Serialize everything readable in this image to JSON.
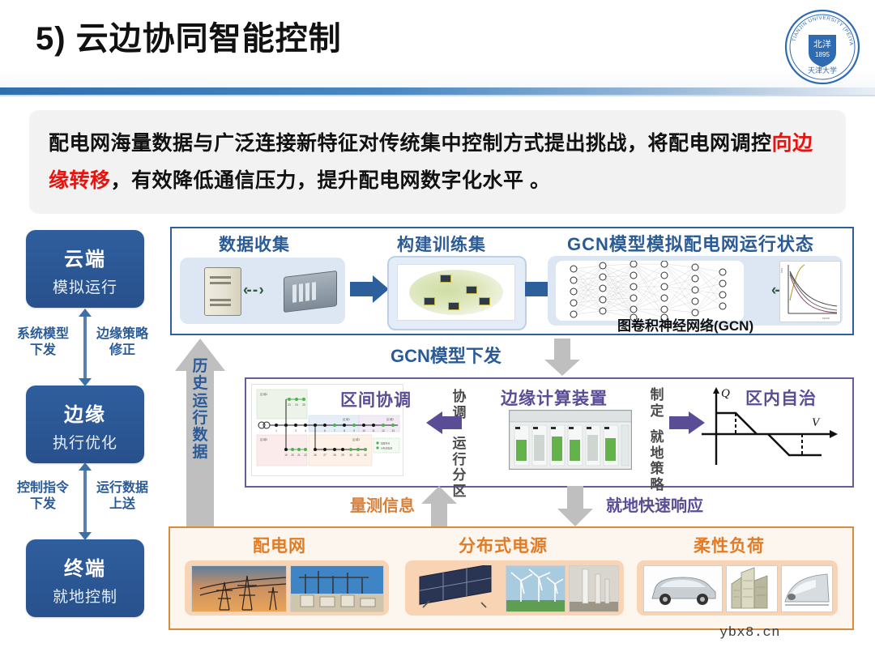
{
  "header": {
    "title": "5) 云边协同智能控制",
    "logo": {
      "name": "tianjin-university-seal",
      "outer_text_top": "TIANJIN UNIVERSITY (PEIYANG UNIVERSITY)",
      "year": "1895",
      "chinese": "天津大学",
      "color": "#2f6bb0"
    }
  },
  "lead": {
    "part1": "配电网海量数据与广泛连接新特征对传统集中控制方式提出挑战，将配电",
    "part2": "网调控",
    "highlight": "向边缘转移",
    "part3": "，有效降低通信压力，提升配电网数字化水平 。",
    "highlight_color": "#e8130e",
    "background": "#f2f2f2"
  },
  "left_column": {
    "stages": [
      {
        "title": "云端",
        "subtitle": "模拟运行"
      },
      {
        "title": "边缘",
        "subtitle": "执行优化"
      },
      {
        "title": "终端",
        "subtitle": "就地控制"
      }
    ],
    "connector_labels": [
      "系统模型\n下发",
      "边缘策略\n修正",
      "控制指令\n下发",
      "运行数据\n上送"
    ],
    "stage_color": "#2f5e9e"
  },
  "history_arrow": {
    "label_chars": [
      "历",
      "史",
      "运",
      "行",
      "数",
      "据"
    ],
    "label": "历史运行数据",
    "color": "#bfbfbf",
    "text_color": "#2a5b96"
  },
  "cloud_panel": {
    "border_color": "#2f5e9e",
    "captions": {
      "collect": "数据收集",
      "train": "构建训练集",
      "gcn": "GCN模型模拟配电网运行状态",
      "gcn_name": "图卷积神经网络(GCN)"
    },
    "icons": {
      "server_tower": "server-tower-icon",
      "server_rack": "server-rack-icon",
      "dashed_link": "‹- - ›"
    },
    "loss_plot": {
      "title": "loss vs epoch",
      "ylabel": "loss",
      "xlabel": "epoch",
      "curves": [
        "very high learning rate",
        "low learning rate",
        "high learning rate",
        "good learning rate"
      ]
    },
    "caption_color": "#2a5b96"
  },
  "deploy": {
    "label": "GCN模型下发",
    "color": "#2a5b96",
    "arrow_color": "#bfbfbf"
  },
  "edge_panel": {
    "border_color": "#6a5b9c",
    "captions": {
      "inter_zone": "区间协调",
      "device": "边缘计算装置",
      "intra_zone": "区内自治"
    },
    "arrow_labels": {
      "left_top": "协调",
      "left_bottom": "运行\n分区",
      "right_top": "制定",
      "right_bottom": "就地\n策略"
    },
    "topology": {
      "zones": [
        "区域4",
        "区域1",
        "区域2",
        "区域3"
      ],
      "node_numbers": [
        1,
        2,
        3,
        4,
        5,
        6,
        7,
        8,
        9,
        10,
        11,
        12,
        13,
        14,
        15,
        16,
        17,
        18,
        19,
        20,
        21,
        22,
        23,
        24,
        25,
        26,
        27,
        28,
        29,
        30,
        31,
        32,
        33
      ],
      "legend": [
        "常规节点",
        "分布式电源节点"
      ]
    },
    "qv_plot": {
      "yaxis": "Q",
      "xaxis": "V",
      "type": "droop-curve"
    },
    "caption_color": "#5b4c96"
  },
  "field_flow": {
    "measurement_label": "量测信息",
    "measurement_color": "#d9813b",
    "response_label": "就地快速响应",
    "response_color": "#5b4c96",
    "arrow_color": "#bfbfbf"
  },
  "field_panel": {
    "border_color": "#d98b3c",
    "background": "#fdf6ef",
    "groups": [
      {
        "caption": "配电网",
        "photos": [
          "transmission-towers-photo",
          "substation-photo"
        ]
      },
      {
        "caption": "分布式电源",
        "photos": [
          "solar-panel-photo",
          "wind-turbines-photo",
          "wind-tower-photo"
        ]
      },
      {
        "caption": "柔性负荷",
        "photos": [
          "electric-car-photo",
          "buildings-photo",
          "high-speed-train-photo"
        ]
      }
    ],
    "caption_color": "#e27b24"
  },
  "watermark": {
    "text": "ybx8.cn"
  }
}
